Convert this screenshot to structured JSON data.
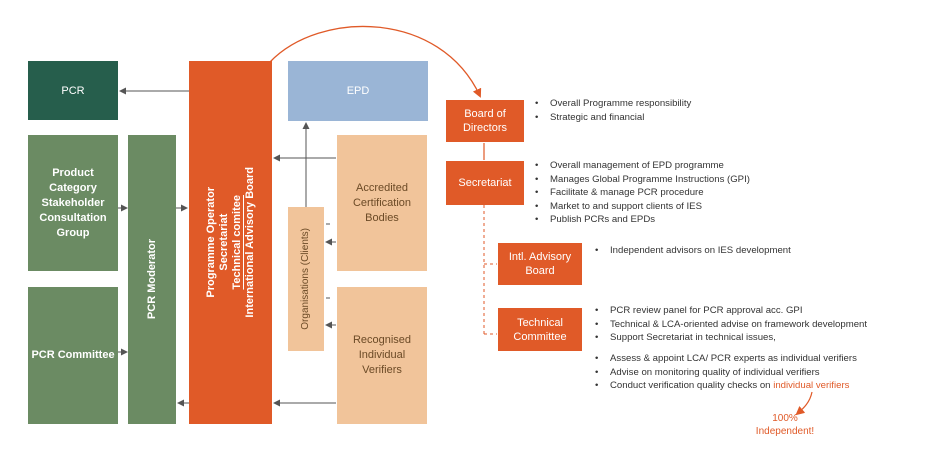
{
  "left": {
    "pcr": "PCR",
    "stakeholder_group": "Product Category Stakeholder Consultation Group",
    "pcr_committee": "PCR Committee",
    "pcr_moderator": "PCR Moderator"
  },
  "operator": {
    "lines": [
      "Programme Operator",
      "Secretariat",
      "Technical comitee",
      "International Advisory Board"
    ]
  },
  "middle": {
    "epd": "EPD",
    "clients": "Organisations (Clients)",
    "certification": "Accredited Certification Bodies",
    "verifiers": "Recognised Individual Verifiers"
  },
  "right": {
    "board": "Board of Directors",
    "board_bullets": [
      "Overall Programme responsibility",
      "Strategic and financial"
    ],
    "secretariat": "Secretariat",
    "secretariat_bullets": [
      "Overall management of EPD programme",
      "Manages Global Programme Instructions (GPI)",
      "Facilitate & manage PCR procedure",
      "Market to and support clients of IES",
      "Publish PCRs and EPDs"
    ],
    "advisory": "Intl. Advisory Board",
    "advisory_bullets": [
      "Independent advisors on IES development"
    ],
    "technical": "Technical Committee",
    "technical_bullets_a": [
      "PCR review panel for PCR approval acc. GPI",
      "Technical & LCA-oriented advise on framework development",
      "Support  Secretariat in technical issues,"
    ],
    "technical_bullets_b": [
      "Assess & appoint LCA/ PCR experts as individual verifiers",
      "Advise on monitoring quality of individual verifiers"
    ],
    "technical_last_prefix": "Conduct verification quality checks on ",
    "technical_last_highlight": "individual verifiers",
    "note": "100% Independent!"
  },
  "colors": {
    "dark_green": "#265e4c",
    "green": "#6b8b63",
    "orange": "#e05a28",
    "peach": "#f1c49a",
    "blue": "#9ab5d6"
  }
}
